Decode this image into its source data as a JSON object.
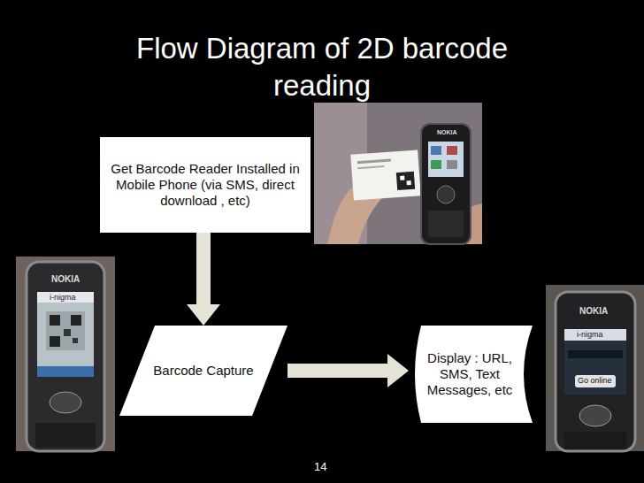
{
  "diagram": {
    "title": "Flow Diagram of 2D barcode reading",
    "nodes": [
      {
        "text": [
          "Get Barcode Reader Installed in Mobile Phone (via SMS, direct download , etc)"
        ]
      },
      {
        "text": [
          "Barcode Capture"
        ]
      },
      {
        "text": [
          "Display : URL, SMS, Text Messages, etc"
        ]
      }
    ],
    "edges": [
      {
        "from": 0,
        "to": 1,
        "arrow": "to"
      },
      {
        "from": 1,
        "to": 2,
        "arrow": "to"
      }
    ],
    "labels": [
      "14",
      "NOKIA",
      "NOKIA",
      "i-nigma",
      "NOKIA",
      "i-nigma",
      "Go online"
    ]
  }
}
